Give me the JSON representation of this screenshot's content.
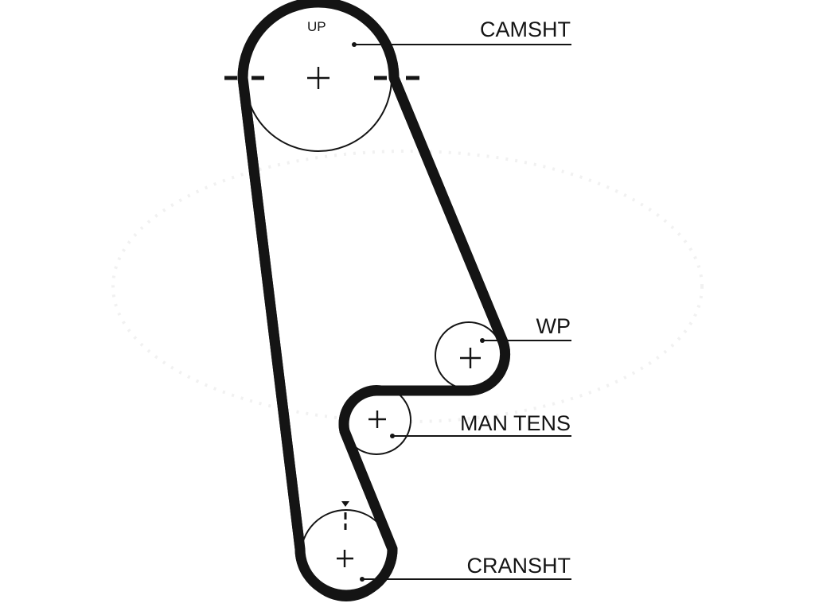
{
  "diagram": {
    "labels": {
      "camshaft": "CAMSHT",
      "water_pump": "WP",
      "tensioner": "MAN TENS",
      "crankshaft": "CRANSHT",
      "up_marker": "UP"
    },
    "colors": {
      "belt": "#141414",
      "background": "#ffffff",
      "watermark": "#f1f1f1"
    }
  }
}
